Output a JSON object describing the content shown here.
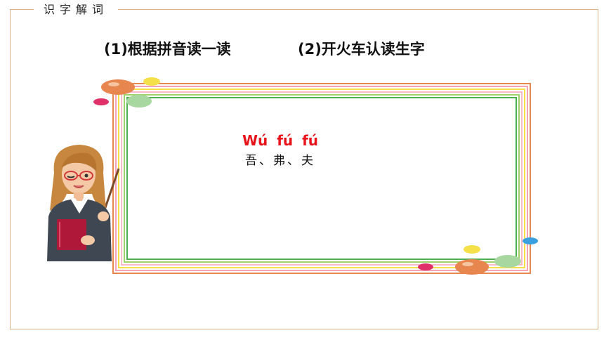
{
  "header": {
    "section_title": "识字解词"
  },
  "instructions": {
    "step1": "(1)根据拼音读一读",
    "step2": "(2)开火车认读生字"
  },
  "board": {
    "pinyin": "Wú  fú  fú",
    "hanzi": "吾、弗、夫"
  },
  "colors": {
    "frame": "#d9b48a",
    "pinyin_red": "#e8141b",
    "board_green": "#4caf50",
    "board_orange": "#e8864f",
    "board_yellow": "#f5e04a",
    "board_pink": "#f3a3b5"
  },
  "icons": [
    "teacher-illustration",
    "balloon-decorations"
  ]
}
